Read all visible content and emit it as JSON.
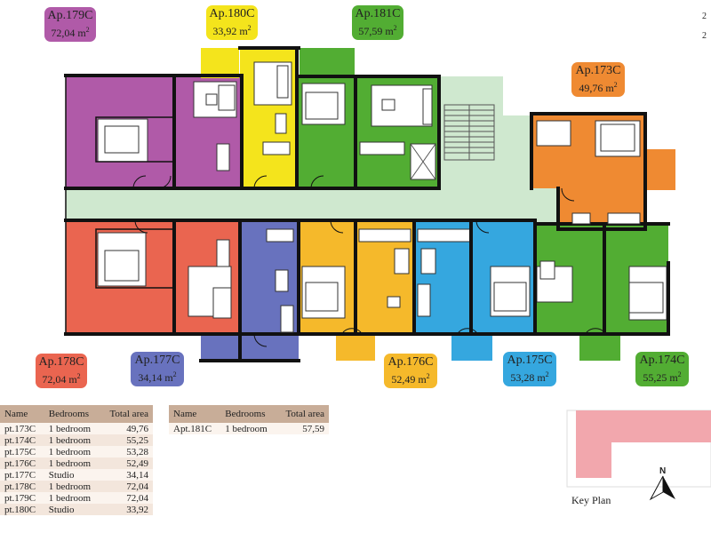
{
  "apartments": [
    {
      "id": "179C",
      "name": "Ap.179C",
      "area": "72,04 m",
      "sup": "2",
      "color": "#b05aa8"
    },
    {
      "id": "180C",
      "name": "Ap.180C",
      "area": "33,92 m",
      "sup": "2",
      "color": "#f4e41c"
    },
    {
      "id": "181C",
      "name": "Ap.181C",
      "area": "57,59 m",
      "sup": "2",
      "color": "#52ad33"
    },
    {
      "id": "173C",
      "name": "Ap.173C",
      "area": "49,76 m",
      "sup": "2",
      "color": "#ef8a32"
    },
    {
      "id": "178C",
      "name": "Ap.178C",
      "area": "72,04 m",
      "sup": "2",
      "color": "#ea6550"
    },
    {
      "id": "177C",
      "name": "Ap.177C",
      "area": "34,14 m",
      "sup": "2",
      "color": "#6872be"
    },
    {
      "id": "176C",
      "name": "Ap.176C",
      "area": "52,49 m",
      "sup": "2",
      "color": "#f5b92b"
    },
    {
      "id": "175C",
      "name": "Ap.175C",
      "area": "53,28 m",
      "sup": "2",
      "color": "#35a7df"
    },
    {
      "id": "174C",
      "name": "Ap.174C",
      "area": "55,25 m",
      "sup": "2",
      "color": "#52ad33"
    }
  ],
  "table_left": {
    "headers": [
      "Name",
      "Bedrooms",
      "Total area"
    ],
    "rows": [
      [
        "pt.173C",
        "1 bedroom",
        "49,76"
      ],
      [
        "pt.174C",
        "1 bedroom",
        "55,25"
      ],
      [
        "pt.175C",
        "1 bedroom",
        "53,28"
      ],
      [
        "pt.176C",
        "1 bedroom",
        "52,49"
      ],
      [
        "pt.177C",
        "Studio",
        "34,14"
      ],
      [
        "pt.178C",
        "1 bedroom",
        "72,04"
      ],
      [
        "pt.179C",
        "1 bedroom",
        "72,04"
      ],
      [
        "pt.180C",
        "Studio",
        "33,92"
      ]
    ]
  },
  "table_right": {
    "headers": [
      "Name",
      "Bedrooms",
      "Total area"
    ],
    "rows": [
      [
        "Apt.181C",
        "1 bedroom",
        "57,59"
      ]
    ]
  },
  "key_plan": {
    "label": "Key Plan",
    "north": "N"
  },
  "edge_marks": [
    "2",
    "2"
  ],
  "colors": {
    "corridor": "#cfe8cf",
    "walls": "#111111",
    "keyplan": "#f2a7ad"
  }
}
